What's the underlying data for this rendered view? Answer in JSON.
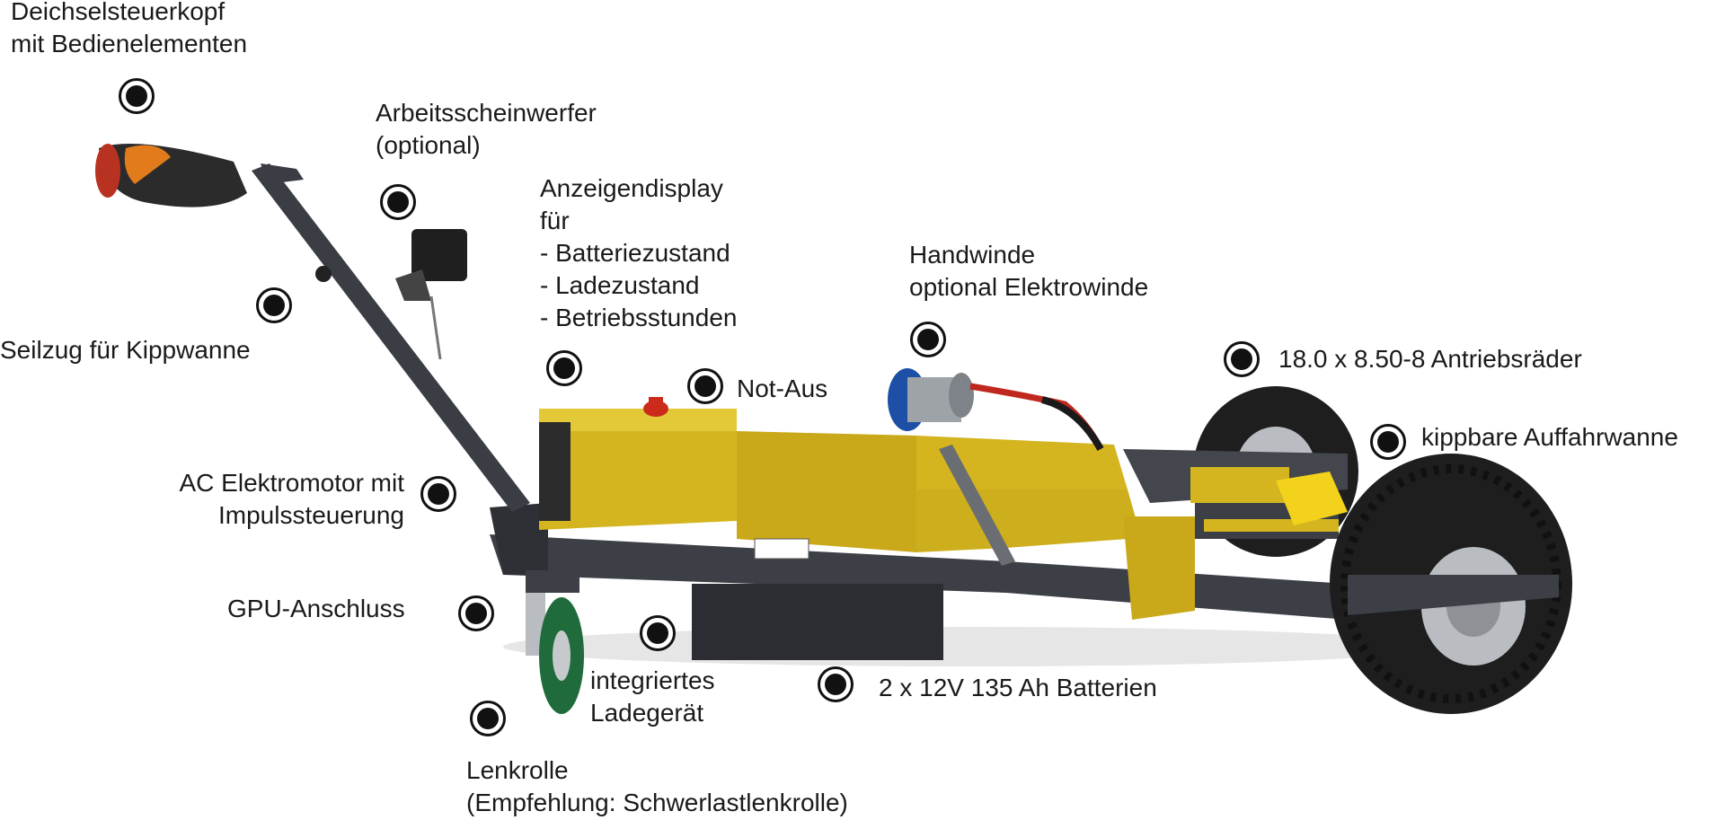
{
  "callouts": {
    "deichsel": [
      "Deichselsteuerkopf",
      "mit Bedienelementen"
    ],
    "scheinwerfer": [
      "Arbeitsscheinwerfer",
      "(optional)"
    ],
    "display": [
      "Anzeigendisplay",
      "für",
      "- Batteriezustand",
      "- Ladezustand",
      "- Betriebsstunden"
    ],
    "winde": [
      "Handwinde",
      "optional Elektrowinde"
    ],
    "seilzug": "Seilzug für Kippwanne",
    "notaus": "Not-Aus",
    "raeder": "18.0 x 8.50-8 Antriebsräder",
    "wanne": "kippbare Auffahrwanne",
    "motor": [
      "AC Elektromotor mit",
      "Impulssteuerung"
    ],
    "gpu": "GPU-Anschluss",
    "lader": [
      "integriertes",
      "Ladegerät"
    ],
    "batterien": "2 x 12V 135 Ah Batterien",
    "lenkrolle": [
      "Lenkrolle",
      "(Empfehlung: Schwerlastlenkrolle)"
    ]
  },
  "colors": {
    "body_yellow": "#d4b51f",
    "frame_dark": "#3c3f46",
    "tire": "#1e1e1e",
    "rim": "#b9bdc2",
    "caster_green": "#1f6b3c",
    "marker": "#111111"
  }
}
